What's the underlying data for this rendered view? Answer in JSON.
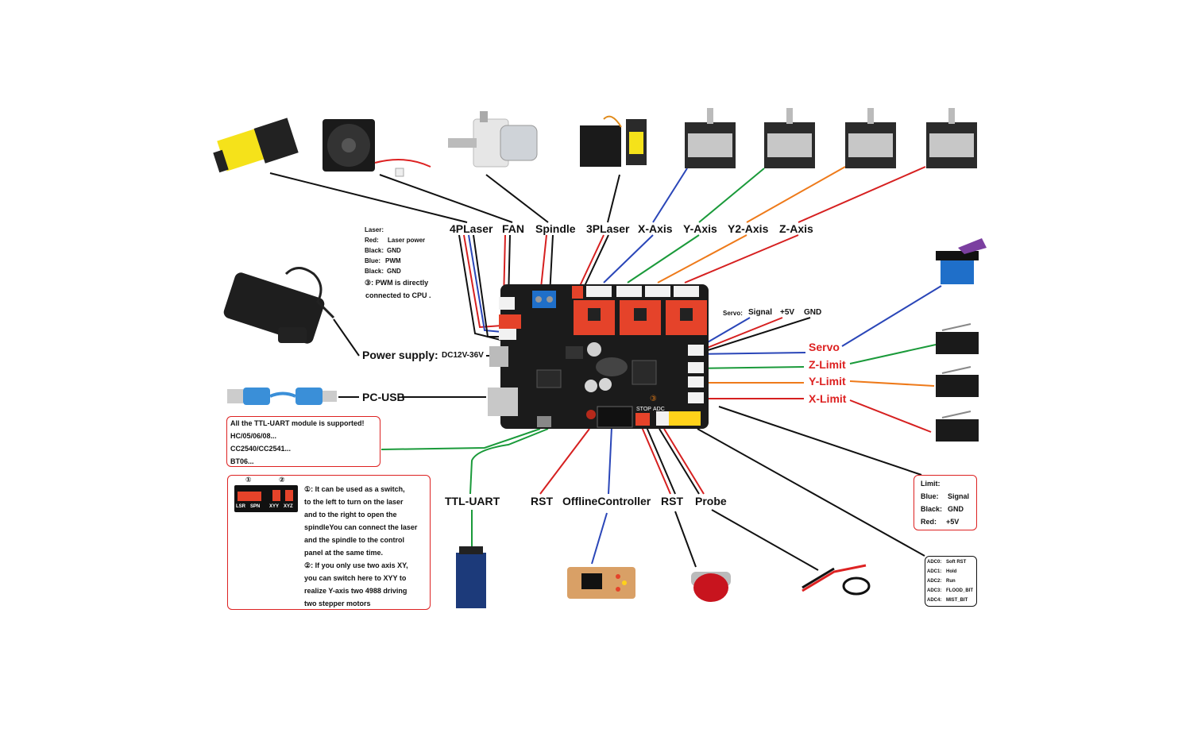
{
  "top_labels": [
    "4PLaser",
    "FAN",
    "Spindle",
    "3PLaser",
    "X-Axis",
    "Y-Axis",
    "Y2-Axis",
    "Z-Axis"
  ],
  "laser_legend": {
    "title": "Laser:",
    "rows": [
      {
        "key": "Red:",
        "val": "Laser power"
      },
      {
        "key": "Black:",
        "val": "GND"
      },
      {
        "key": "Blue:",
        "val": "PWM"
      },
      {
        "key": "Black:",
        "val": "GND"
      }
    ],
    "note_line1": "③: PWM is directly",
    "note_line2": "connected to CPU ."
  },
  "servo_pins": {
    "label": "Servo:",
    "signal": "Signal",
    "plus5v": "+5V",
    "gnd": "GND"
  },
  "left_labels": {
    "power_supply": "Power supply:",
    "power_voltage": "DC12V-36V",
    "pc_usb": "PC-USB"
  },
  "right_labels": [
    "Servo",
    "Z-Limit",
    "Y-Limit",
    "X-Limit"
  ],
  "bottom_labels": [
    "TTL-UART",
    "RST",
    "OfflineController",
    "RST",
    "Probe"
  ],
  "uart_box": [
    "All the TTL-UART module is supported!",
    "HC/05/06/08...",
    "CC2540/CC2541...",
    "BT06..."
  ],
  "switch_box": {
    "header_circle_1": "①",
    "header_circle_2": "②",
    "jumper_labels": [
      "LSR",
      "SPN",
      "XYY",
      "XYZ"
    ],
    "text": [
      "①:  It can be used as a switch,",
      "to the left to turn on the laser",
      "and to the right to open the",
      "spindleYou can connect the laser",
      "and the spindle to the control",
      "panel at the same time.",
      "②:  If you only use two axis XY,",
      "you can switch here to XYY to",
      "realize Y-axis two 4988 driving",
      "two stepper motors"
    ]
  },
  "limit_legend": {
    "title": "Limit:",
    "rows": [
      {
        "key": "Blue:",
        "val": "Signal"
      },
      {
        "key": "Black:",
        "val": "GND"
      },
      {
        "key": "Red:",
        "val": "+5V"
      }
    ]
  },
  "adc_legend": [
    {
      "key": "ADC0:",
      "val": "Soft RST"
    },
    {
      "key": "ADC1:",
      "val": "Hold"
    },
    {
      "key": "ADC2:",
      "val": "Run"
    },
    {
      "key": "ADC3:",
      "val": "FLOOD_BIT"
    },
    {
      "key": "ADC4:",
      "val": "MIST_BIT"
    }
  ],
  "board_text": {
    "stop": "STOP",
    "adc": "ADC",
    "circle3": "③"
  },
  "colors": {
    "wire_black": "#111111",
    "wire_red": "#d62020",
    "wire_blue": "#2a46b8",
    "wire_green": "#1a9a3a",
    "wire_orange": "#ee7a1a",
    "board": "#1b1b1b",
    "driver": "#e5432a",
    "label_red": "#d22222"
  },
  "icons": [
    "laser-module-icon",
    "fan-icon",
    "spindle-icon",
    "laser-3pin-icon",
    "stepper-motor-icon",
    "power-adapter-icon",
    "usb-cable-icon",
    "servo-icon",
    "limit-switch-icon",
    "bluetooth-module-icon",
    "offline-controller-icon",
    "emergency-button-icon",
    "probe-clip-icon",
    "toggle-switch-icon"
  ]
}
